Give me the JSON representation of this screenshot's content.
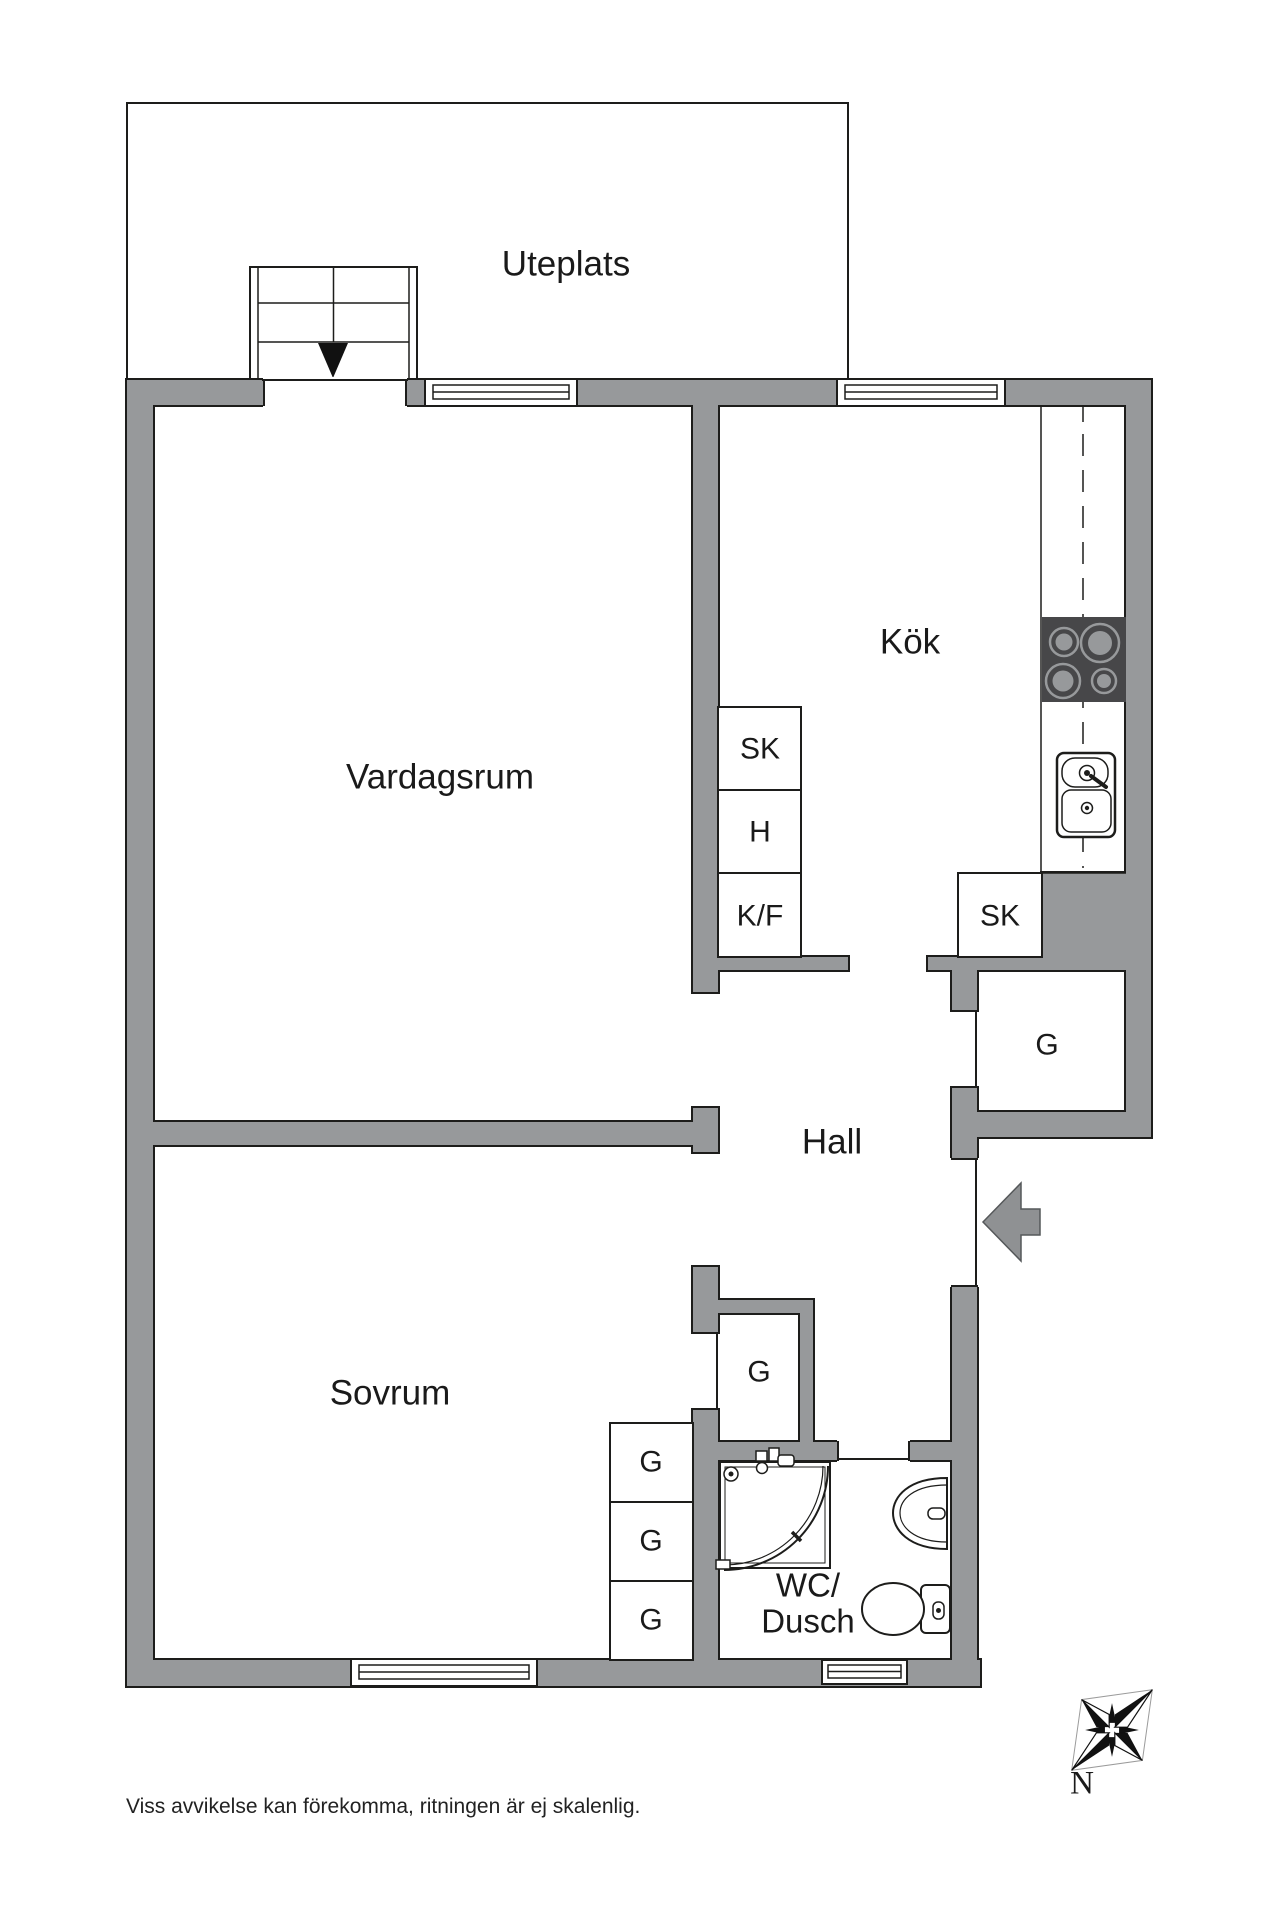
{
  "floorplan": {
    "rooms": {
      "uteplats": {
        "label": "Uteplats"
      },
      "vardagsrum": {
        "label": "Vardagsrum"
      },
      "kok": {
        "label": "Kök"
      },
      "hall": {
        "label": "Hall"
      },
      "sovrum": {
        "label": "Sovrum"
      },
      "badrum": {
        "label_line1": "WC/",
        "label_line2": "Dusch"
      }
    },
    "storage": {
      "sk_column": "SK",
      "h_column": "H",
      "kf_column": "K/F",
      "sk_kitchen": "SK",
      "g_kitchen": "G",
      "g_hall": "G",
      "g_sovrum_1": "G",
      "g_sovrum_2": "G",
      "g_sovrum_3": "G"
    },
    "compass": {
      "north": "N"
    },
    "footer": {
      "disclaimer": "Viss avvikelse kan förekomma, ritningen är ej skalenlig."
    },
    "colors": {
      "wall": "#97999b",
      "outline": "#1d1d1b",
      "stove": "#474749",
      "arrow": "#8f9193",
      "text": "#1a1a1a",
      "background": "#ffffff"
    }
  }
}
